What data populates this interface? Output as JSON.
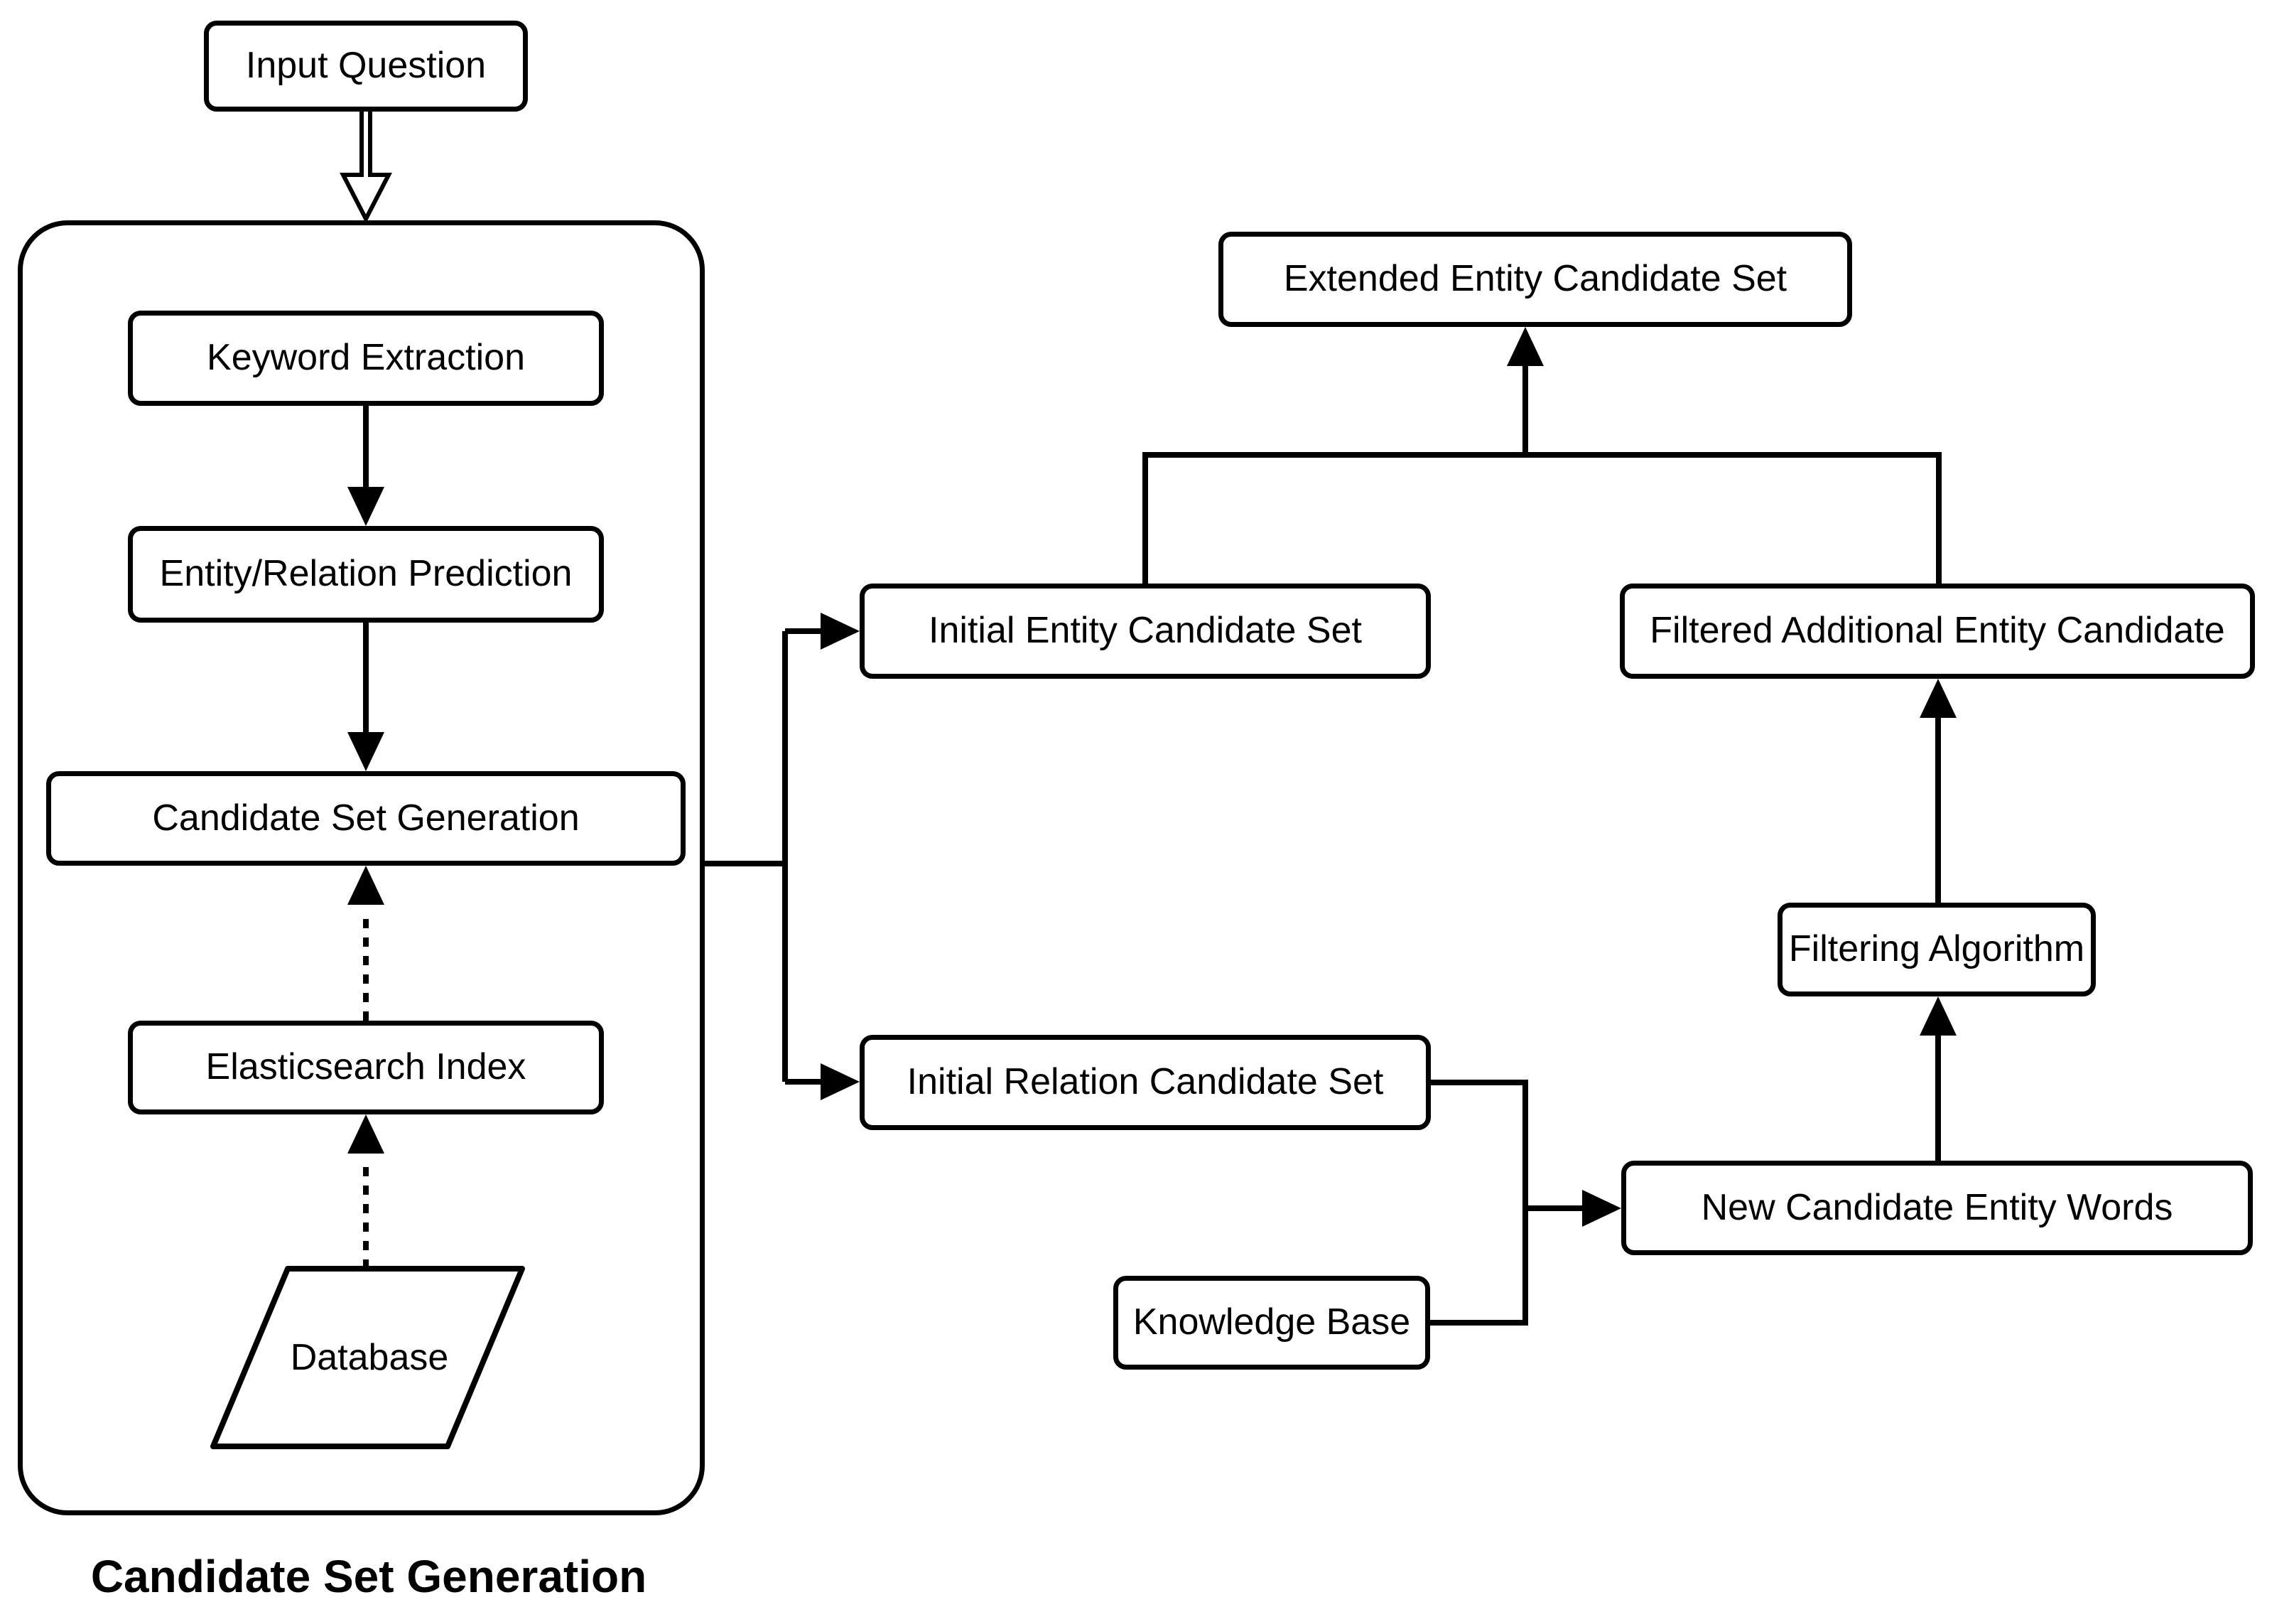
{
  "diagram": {
    "background_color": "#ffffff",
    "line_color": "#000000",
    "nodes": {
      "input_question": "Input Question",
      "keyword_extraction": "Keyword Extraction",
      "entity_relation_prediction": "Entity/Relation Prediction",
      "candidate_set_generation": "Candidate Set Generation",
      "elasticsearch_index": "Elasticsearch Index",
      "database": "Database",
      "initial_entity_candidate_set": "Initial Entity Candidate Set",
      "extended_entity_candidate_set": "Extended Entity Candidate Set",
      "filtered_additional_entity_candidate": "Filtered Additional Entity Candidate",
      "filtering_algorithm": "Filtering Algorithm",
      "initial_relation_candidate_set": "Initial Relation Candidate Set",
      "new_candidate_entity_words": "New Candidate Entity Words",
      "knowledge_base": "Knowledge Base"
    },
    "group_label": "Candidate Set Generation"
  }
}
